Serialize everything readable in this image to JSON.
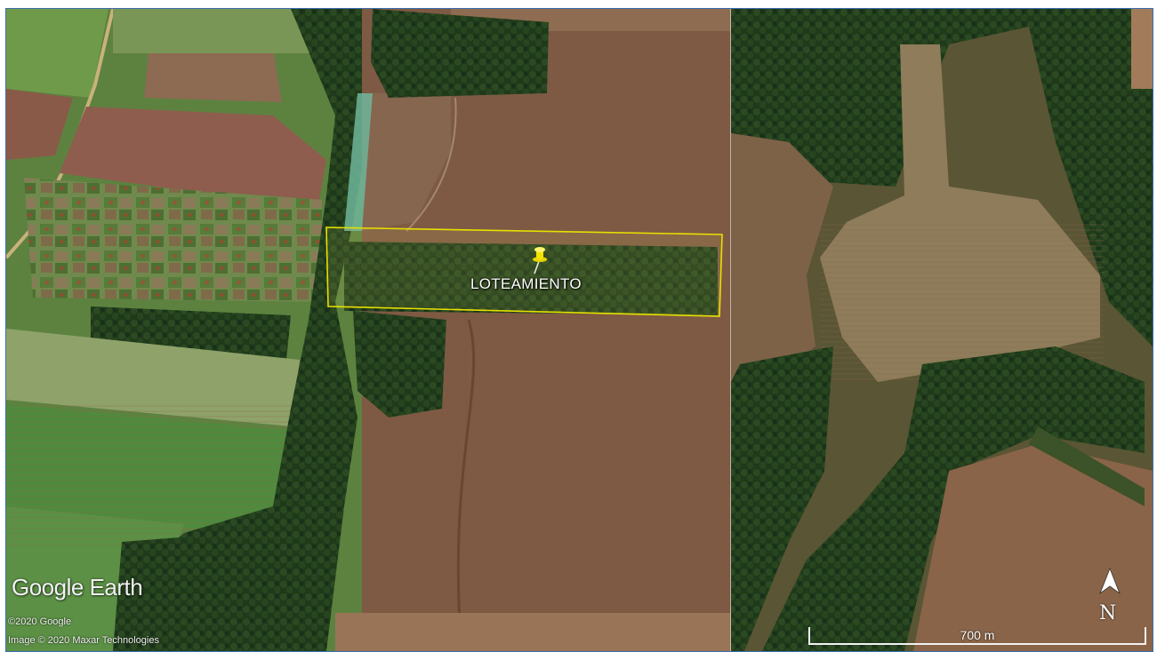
{
  "map": {
    "logo_text": "Google Earth",
    "copyright_google": "©2020 Google",
    "copyright_imagery": "Image © 2020 Maxar Technologies",
    "placemark": {
      "label": "LOTEAMIENTO",
      "icon": "yellow-pushpin-icon",
      "color": "#f5e400"
    },
    "boundary_color": "#e8e000",
    "scale_bar": {
      "label": "700 m"
    },
    "north_indicator": {
      "letter": "N",
      "icon": "north-arrow-icon"
    }
  }
}
